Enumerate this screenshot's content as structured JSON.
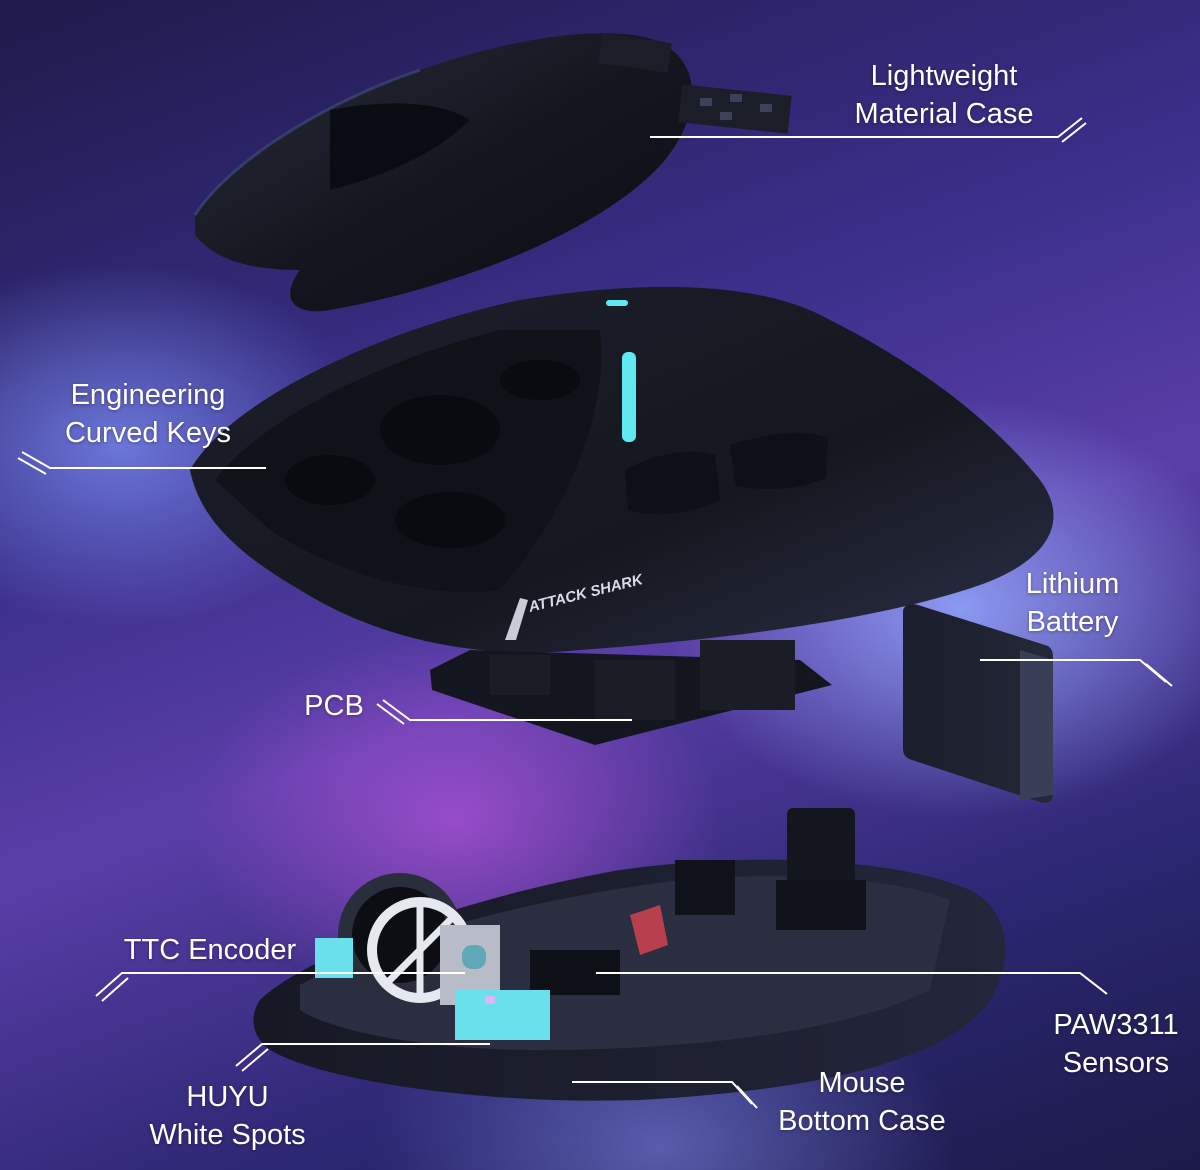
{
  "labels": {
    "lightweight_case": {
      "line1": "Lightweight",
      "line2": "Material Case"
    },
    "curved_keys": {
      "line1": "Engineering",
      "line2": "Curved Keys"
    },
    "lithium_battery": {
      "line1": "Lithium",
      "line2": "Battery"
    },
    "pcb": {
      "line1": "PCB"
    },
    "ttc_encoder": {
      "line1": "TTC Encoder"
    },
    "paw_sensors": {
      "line1": "PAW3311",
      "line2": "Sensors"
    },
    "huyu_spots": {
      "line1": "HUYU",
      "line2": "White Spots"
    },
    "bottom_case": {
      "line1": "Mouse",
      "line2": "Bottom Case"
    }
  },
  "brand": {
    "logo_text": "ATTACK SHARK"
  },
  "colors": {
    "accent_cyan": "#5fe8f0",
    "shell": "#14161f",
    "callout_line": "#ffffff"
  }
}
